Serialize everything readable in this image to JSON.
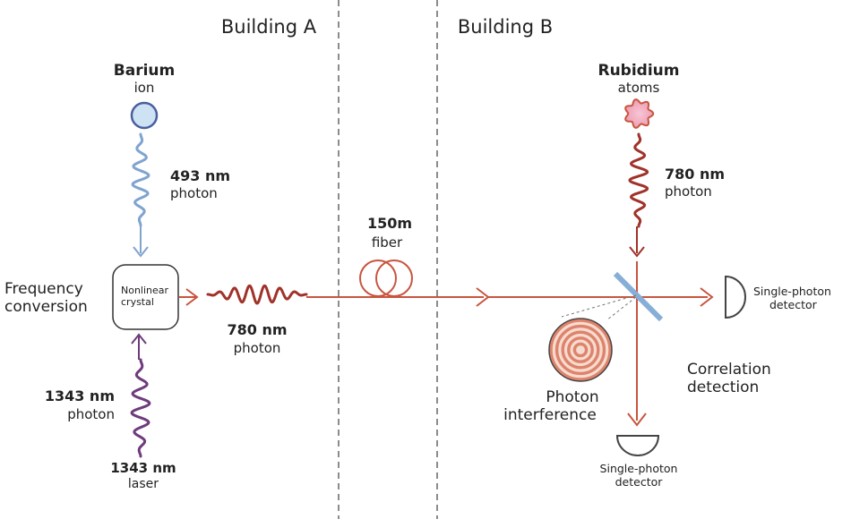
{
  "buildings": {
    "a": "Building A",
    "b": "Building B"
  },
  "barium": {
    "name": "Barium",
    "kind": "ion"
  },
  "blue_photon": {
    "wavelength": "493 nm",
    "kind": "photon"
  },
  "crystal": {
    "line1": "Nonlinear",
    "line2": "crystal"
  },
  "frequency_conversion": {
    "line1": "Frequency",
    "line2": "conversion"
  },
  "purple_photon": {
    "wavelength": "1343 nm",
    "kind": "photon"
  },
  "laser": {
    "wavelength": "1343 nm",
    "kind": "laser"
  },
  "converted_photon": {
    "wavelength": "780 nm",
    "kind": "photon"
  },
  "fiber": {
    "length": "150m",
    "kind": "fiber"
  },
  "rubidium": {
    "name": "Rubidium",
    "kind": "atoms"
  },
  "rb_photon": {
    "wavelength": "780 nm",
    "kind": "photon"
  },
  "detector_right": {
    "line1": "Single-photon",
    "line2": "detector"
  },
  "detector_bottom": {
    "line1": "Single-photon",
    "line2": "detector"
  },
  "correlation": {
    "line1": "Correlation",
    "line2": "detection"
  },
  "interference": {
    "line1": "Photon",
    "line2": "interference"
  },
  "colors": {
    "blue": "#7fa4d0",
    "ion_fill": "#cde3f4",
    "ion_stroke": "#4a5fa0",
    "purple": "#6e3b7c",
    "dark_red": "#a0322a",
    "orange_red": "#c8553f",
    "pink": "#f3b2c6",
    "gray": "#555555",
    "beam_splitter": "#86aed6"
  }
}
